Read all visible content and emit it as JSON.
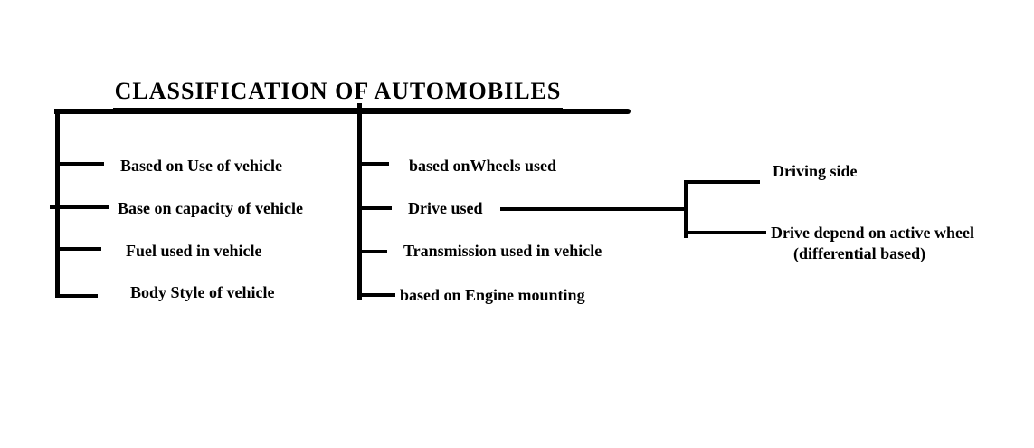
{
  "title": "CLASSIFICATION OF AUTOMOBILES",
  "diagram": {
    "type": "classification-tree",
    "root": "CLASSIFICATION OF AUTOMOBILES",
    "left_group": [
      "Based on Use of vehicle",
      "Base on capacity of vehicle",
      "Fuel used in vehicle",
      "Body Style of vehicle"
    ],
    "middle_group": [
      "based onWheels used",
      "Drive used",
      "Transmission used in vehicle",
      "based on Engine mounting"
    ],
    "drive_used_children": {
      "child1": "Driving side",
      "child2_line1": "Drive depend on active wheel",
      "child2_line2": "(differential based)"
    }
  },
  "colors": {
    "line": "#000000",
    "text": "#000000",
    "background": "#ffffff"
  }
}
